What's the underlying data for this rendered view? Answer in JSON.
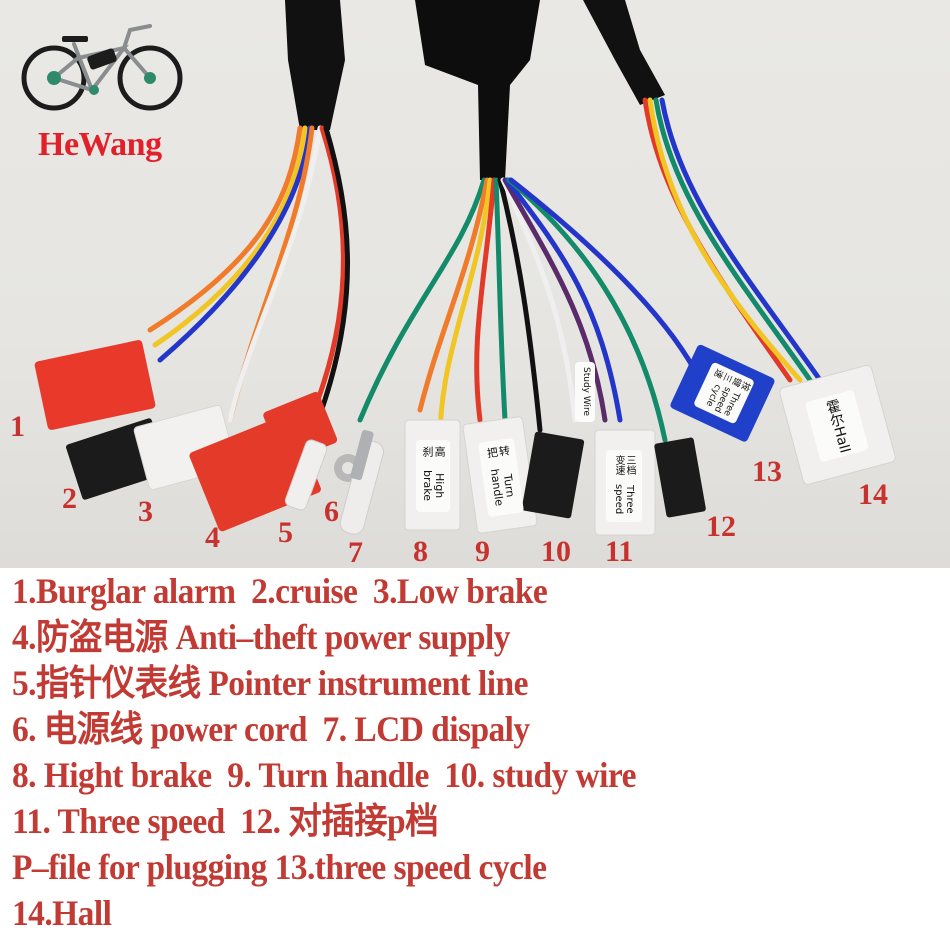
{
  "brand": {
    "name": "HeWang",
    "logo_icon": "bicycle-icon",
    "name_color": "#e0202a"
  },
  "photo": {
    "subject": "e-bike controller wiring harness",
    "connector_numbers": [
      "1",
      "2",
      "3",
      "4",
      "5",
      "6",
      "7",
      "8",
      "9",
      "10",
      "11",
      "12",
      "13",
      "14"
    ],
    "connector_tags": {
      "8": {
        "cn": "高刹",
        "en": "High brake"
      },
      "9": {
        "cn": "转把",
        "en": "Turn handle"
      },
      "10": {
        "en": "Study Wire"
      },
      "11": {
        "cn": "三档变速",
        "en": "Three speed"
      },
      "13": {
        "cn": "按键三速",
        "en": "Three speed cycle"
      },
      "14": {
        "cn": "霍尔",
        "en": "Hall"
      }
    },
    "number_color": "#c8322e"
  },
  "legend": {
    "text_color": "#c13a33",
    "lines": [
      "1.Burglar alarm  2.cruise  3.Low brake",
      "4.防盗电源 Anti–theft power supply",
      "5.指针仪表线 Pointer instrument line",
      "6. 电源线 power cord  7. LCD dispaly",
      "8. Hight brake  9. Turn handle  10. study wire",
      "11. Three speed  12. 对插接p档",
      "P–file for plugging 13.three speed cycle",
      "14.Hall"
    ]
  }
}
